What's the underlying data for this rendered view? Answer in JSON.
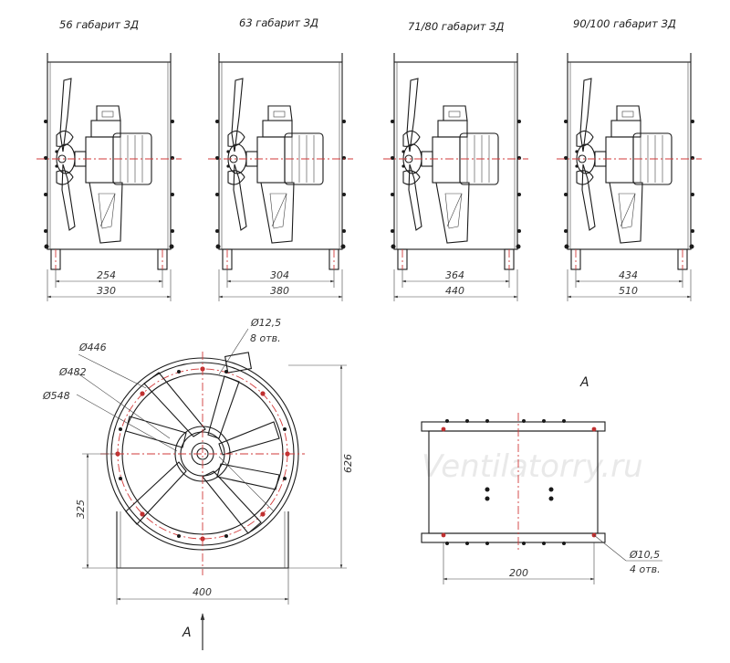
{
  "sizes": [
    {
      "title": "56 габарит ЗД",
      "inner": "254",
      "outer": "330"
    },
    {
      "title": "63 габарит ЗД",
      "inner": "304",
      "outer": "380"
    },
    {
      "title": "71/80 габарит ЗД",
      "inner": "364",
      "outer": "440"
    },
    {
      "title": "90/100 габарит ЗД",
      "inner": "434",
      "outer": "510"
    }
  ],
  "front_view": {
    "d446": "Ø446",
    "d482": "Ø482",
    "d548": "Ø548",
    "hole_dia": "Ø12,5",
    "hole_count": "8 отв.",
    "height_total": "626",
    "height_axis": "325",
    "width": "400",
    "view_arrow": "А"
  },
  "side_view": {
    "view_label": "А",
    "hole_dia": "Ø10,5",
    "hole_count": "4 отв.",
    "width": "200"
  },
  "watermark": "Ventilatorry.ru"
}
